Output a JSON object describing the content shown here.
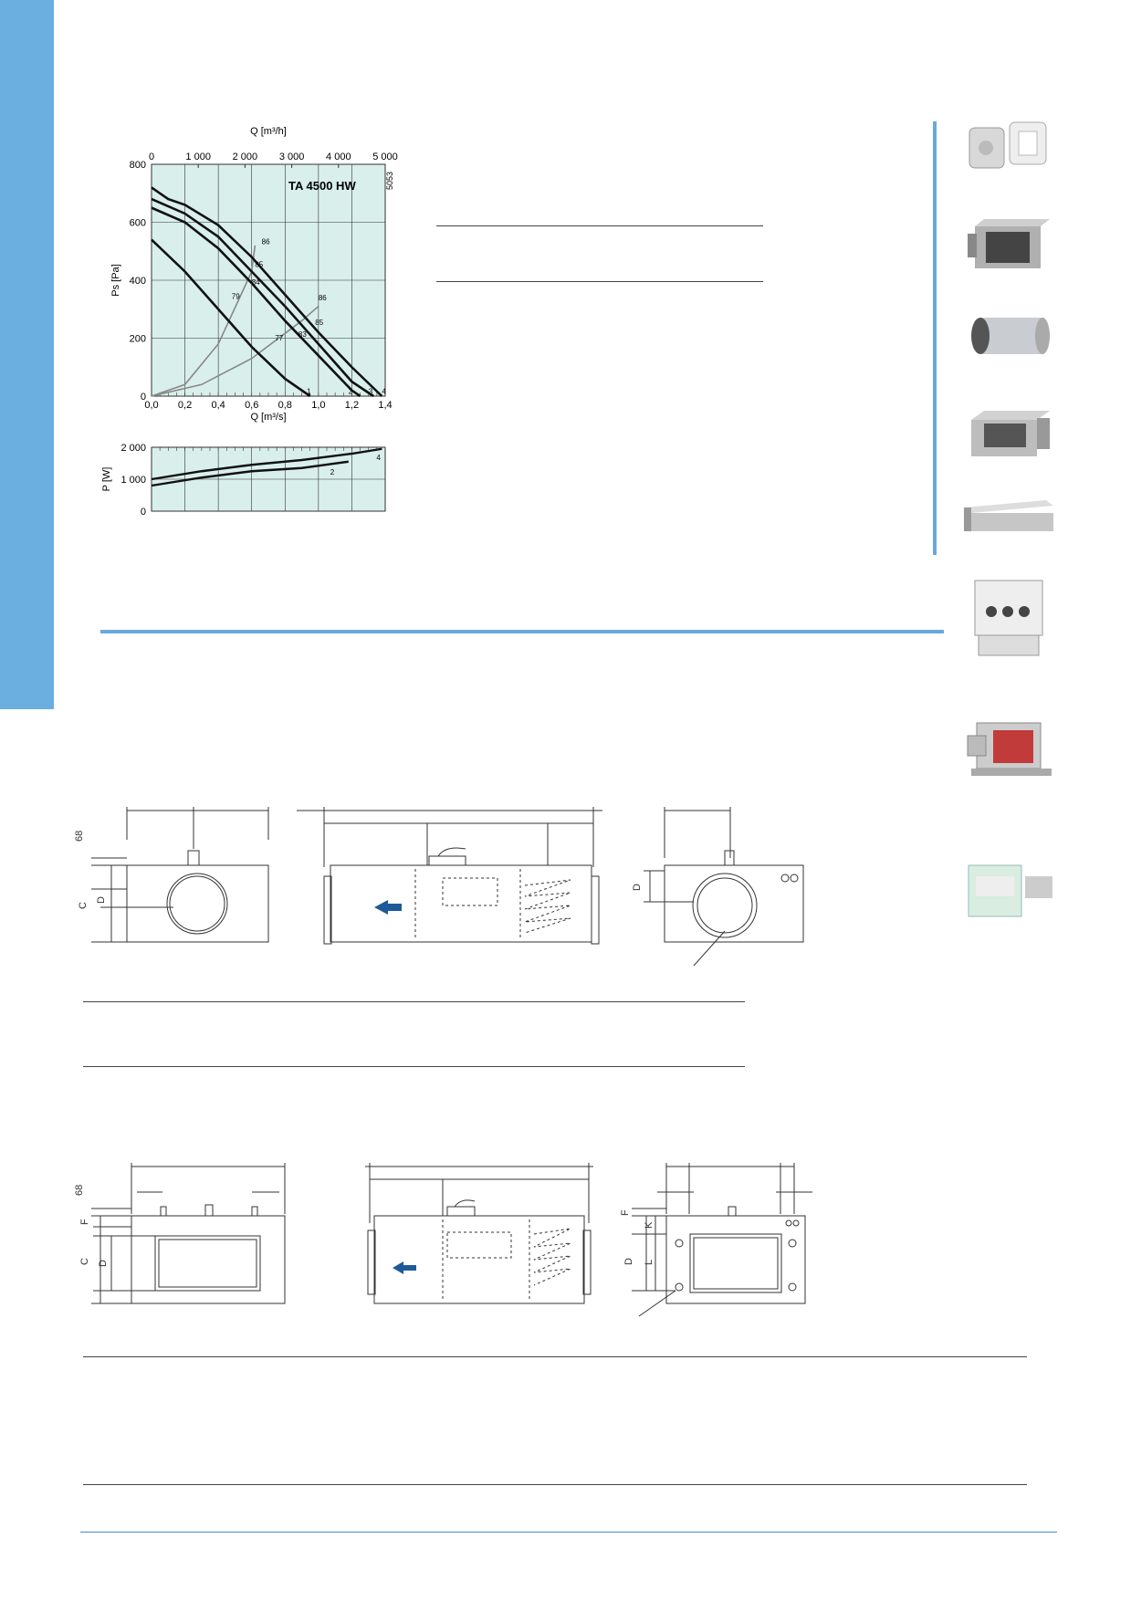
{
  "chart_data": [
    {
      "type": "line",
      "title": "TA 4500 HW",
      "code": "5053",
      "xlabel": "Q [m³/s]",
      "x2label": "Q [m³/h]",
      "ylabel": "Ps [Pa]",
      "xlim": [
        0,
        1.4
      ],
      "x2lim": [
        0,
        5000
      ],
      "ylim": [
        0,
        800
      ],
      "x_ticks": [
        "0,0",
        "0,2",
        "0,4",
        "0,6",
        "0,8",
        "1,0",
        "1,2",
        "1,4"
      ],
      "x2_ticks": [
        "0",
        "1 000",
        "2 000",
        "3 000",
        "4 000",
        "5 000"
      ],
      "y_ticks": [
        "0",
        "200",
        "400",
        "600",
        "800"
      ],
      "grid": true,
      "series": [
        {
          "name": "1",
          "x": [
            0,
            0.2,
            0.4,
            0.6,
            0.8,
            0.95
          ],
          "y": [
            540,
            430,
            300,
            170,
            60,
            0
          ]
        },
        {
          "name": "2",
          "x": [
            0,
            0.2,
            0.4,
            0.6,
            0.8,
            1.0,
            1.2,
            1.25
          ],
          "y": [
            650,
            600,
            510,
            390,
            260,
            140,
            20,
            0
          ]
        },
        {
          "name": "3",
          "x": [
            0,
            0.2,
            0.4,
            0.6,
            0.8,
            1.0,
            1.2,
            1.33
          ],
          "y": [
            680,
            630,
            550,
            430,
            310,
            180,
            50,
            0
          ]
        },
        {
          "name": "4",
          "x": [
            0,
            0.1,
            0.2,
            0.4,
            0.6,
            0.8,
            1.0,
            1.2,
            1.38
          ],
          "y": [
            720,
            680,
            660,
            590,
            480,
            350,
            220,
            100,
            0
          ]
        }
      ],
      "system_curves": [
        {
          "x": [
            0,
            0.2,
            0.4,
            0.6,
            0.62
          ],
          "y": [
            0,
            40,
            180,
            430,
            520
          ]
        },
        {
          "x": [
            0,
            0.3,
            0.6,
            0.9,
            1.0
          ],
          "y": [
            0,
            40,
            130,
            260,
            310
          ]
        }
      ],
      "efficiency_labels": [
        {
          "text": "86",
          "x": 0.66,
          "y": 525
        },
        {
          "text": "85",
          "x": 0.62,
          "y": 445
        },
        {
          "text": "84",
          "x": 0.6,
          "y": 385
        },
        {
          "text": "79",
          "x": 0.48,
          "y": 335
        },
        {
          "text": "86",
          "x": 1.0,
          "y": 330
        },
        {
          "text": "85",
          "x": 0.98,
          "y": 245
        },
        {
          "text": "83",
          "x": 0.88,
          "y": 205
        },
        {
          "text": "77",
          "x": 0.74,
          "y": 192
        }
      ],
      "curve_labels": [
        {
          "text": "1",
          "x": 0.93,
          "y": 45
        },
        {
          "text": "2",
          "x": 1.18,
          "y": 45
        },
        {
          "text": "3",
          "x": 1.3,
          "y": 45
        },
        {
          "text": "4",
          "x": 1.38,
          "y": 45
        }
      ]
    },
    {
      "type": "line",
      "ylabel": "P [W]",
      "xlim": [
        0,
        1.4
      ],
      "ylim": [
        0,
        2000
      ],
      "y_ticks": [
        "0",
        "1 000",
        "2 000"
      ],
      "grid": true,
      "series": [
        {
          "name": "2",
          "x": [
            0,
            0.3,
            0.6,
            0.9,
            1.18
          ],
          "y": [
            800,
            1050,
            1250,
            1350,
            1550
          ]
        },
        {
          "name": "4",
          "x": [
            0,
            0.3,
            0.6,
            0.9,
            1.2,
            1.38
          ],
          "y": [
            1000,
            1250,
            1450,
            1600,
            1800,
            1950
          ]
        }
      ]
    }
  ],
  "drawings": {
    "round": {
      "labels": [
        "68",
        "C",
        "D",
        "D"
      ]
    },
    "rect": {
      "labels": [
        "68",
        "F",
        "C",
        "D",
        "F",
        "K",
        "D",
        "L"
      ]
    }
  },
  "colors": {
    "accent": "#6aa8dc",
    "chart_bg": "#d9efeb",
    "arrow": "#1e5a99"
  },
  "accessories": [
    "thermostat-icon",
    "heater-box-icon",
    "silencer-icon",
    "coil-icon",
    "duct-icon",
    "controller-icon",
    "heat-exchanger-icon",
    "switch-box-icon"
  ]
}
